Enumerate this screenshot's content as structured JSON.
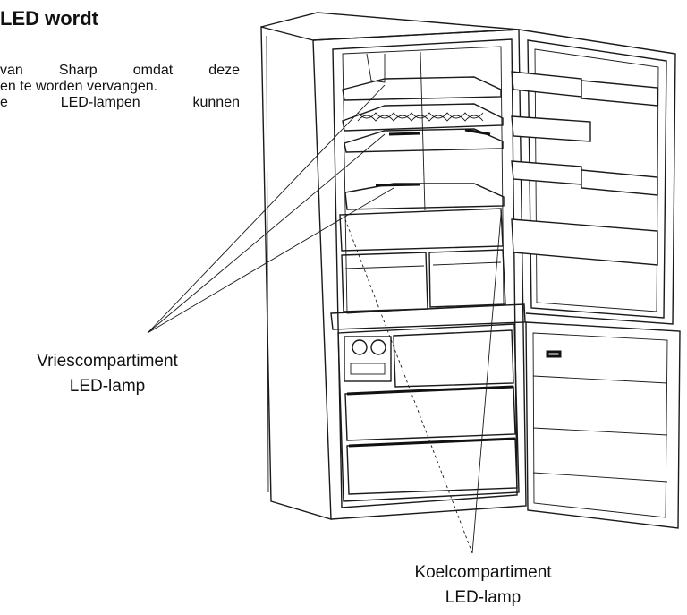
{
  "heading_fragment": "LED wordt",
  "paragraph_lines": [
    "van Sharp omdat deze",
    "en te worden vervangen.",
    "e LED-lampen kunnen"
  ],
  "labels": {
    "freezer": {
      "line1": "Vriescompartiment",
      "line2": "LED-lamp"
    },
    "fridge": {
      "line1": "Koelcompartiment",
      "line2": "LED-lamp"
    }
  }
}
